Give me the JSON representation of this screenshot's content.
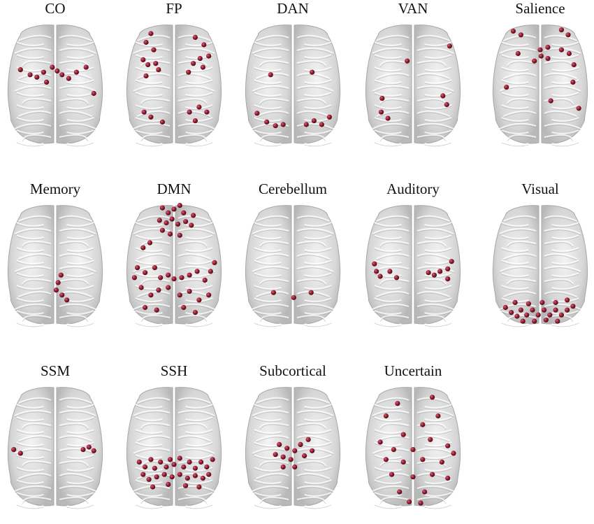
{
  "figure": {
    "node_color": "#8b1a2e",
    "brain_color": "#d6d6d6",
    "panels": [
      {
        "title": "CO",
        "network": "CO",
        "nodes": [
          [
            0.14,
            0.38
          ],
          [
            0.24,
            0.42
          ],
          [
            0.31,
            0.44
          ],
          [
            0.38,
            0.4
          ],
          [
            0.47,
            0.36
          ],
          [
            0.52,
            0.39
          ],
          [
            0.57,
            0.42
          ],
          [
            0.64,
            0.45
          ],
          [
            0.72,
            0.4
          ],
          [
            0.82,
            0.36
          ],
          [
            0.9,
            0.57
          ],
          [
            0.41,
            0.48
          ]
        ]
      },
      {
        "title": "FP",
        "network": "FP",
        "nodes": [
          [
            0.26,
            0.09
          ],
          [
            0.21,
            0.16
          ],
          [
            0.29,
            0.22
          ],
          [
            0.18,
            0.3
          ],
          [
            0.23,
            0.34
          ],
          [
            0.31,
            0.33
          ],
          [
            0.21,
            0.43
          ],
          [
            0.34,
            0.38
          ],
          [
            0.72,
            0.12
          ],
          [
            0.81,
            0.18
          ],
          [
            0.86,
            0.27
          ],
          [
            0.77,
            0.29
          ],
          [
            0.7,
            0.33
          ],
          [
            0.8,
            0.36
          ],
          [
            0.65,
            0.4
          ],
          [
            0.19,
            0.72
          ],
          [
            0.26,
            0.76
          ],
          [
            0.38,
            0.8
          ],
          [
            0.66,
            0.72
          ],
          [
            0.76,
            0.68
          ],
          [
            0.84,
            0.72
          ],
          [
            0.72,
            0.79
          ]
        ]
      },
      {
        "title": "DAN",
        "network": "DAN",
        "nodes": [
          [
            0.27,
            0.42
          ],
          [
            0.7,
            0.4
          ],
          [
            0.13,
            0.73
          ],
          [
            0.23,
            0.8
          ],
          [
            0.32,
            0.83
          ],
          [
            0.4,
            0.82
          ],
          [
            0.64,
            0.82
          ],
          [
            0.72,
            0.79
          ],
          [
            0.8,
            0.82
          ],
          [
            0.88,
            0.76
          ]
        ]
      },
      {
        "title": "VAN",
        "network": "VAN",
        "nodes": [
          [
            0.88,
            0.19
          ],
          [
            0.44,
            0.31
          ],
          [
            0.18,
            0.61
          ],
          [
            0.81,
            0.59
          ],
          [
            0.85,
            0.66
          ],
          [
            0.17,
            0.72
          ],
          [
            0.24,
            0.77
          ]
        ]
      },
      {
        "title": "Salience",
        "network": "Salience",
        "nodes": [
          [
            0.22,
            0.07
          ],
          [
            0.3,
            0.1
          ],
          [
            0.72,
            0.06
          ],
          [
            0.79,
            0.1
          ],
          [
            0.27,
            0.25
          ],
          [
            0.5,
            0.22
          ],
          [
            0.58,
            0.2
          ],
          [
            0.51,
            0.27
          ],
          [
            0.58,
            0.29
          ],
          [
            0.72,
            0.22
          ],
          [
            0.8,
            0.25
          ],
          [
            0.85,
            0.34
          ],
          [
            0.15,
            0.52
          ],
          [
            0.84,
            0.48
          ],
          [
            0.61,
            0.63
          ],
          [
            0.9,
            0.69
          ],
          [
            0.44,
            0.31
          ]
        ]
      },
      {
        "title": "Memory",
        "network": "Memory",
        "nodes": [
          [
            0.56,
            0.58
          ],
          [
            0.53,
            0.64
          ],
          [
            0.51,
            0.7
          ],
          [
            0.57,
            0.74
          ],
          [
            0.62,
            0.78
          ]
        ]
      },
      {
        "title": "DMN",
        "network": "DMN",
        "nodes": [
          [
            0.38,
            0.04
          ],
          [
            0.44,
            0.08
          ],
          [
            0.5,
            0.05
          ],
          [
            0.56,
            0.02
          ],
          [
            0.6,
            0.08
          ],
          [
            0.35,
            0.14
          ],
          [
            0.42,
            0.16
          ],
          [
            0.48,
            0.13
          ],
          [
            0.54,
            0.17
          ],
          [
            0.62,
            0.15
          ],
          [
            0.68,
            0.18
          ],
          [
            0.7,
            0.1
          ],
          [
            0.38,
            0.22
          ],
          [
            0.46,
            0.25
          ],
          [
            0.56,
            0.26
          ],
          [
            0.25,
            0.32
          ],
          [
            0.18,
            0.36
          ],
          [
            0.12,
            0.52
          ],
          [
            0.09,
            0.6
          ],
          [
            0.2,
            0.56
          ],
          [
            0.3,
            0.52
          ],
          [
            0.36,
            0.6
          ],
          [
            0.44,
            0.58
          ],
          [
            0.5,
            0.61
          ],
          [
            0.58,
            0.6
          ],
          [
            0.66,
            0.58
          ],
          [
            0.74,
            0.55
          ],
          [
            0.82,
            0.62
          ],
          [
            0.88,
            0.55
          ],
          [
            0.92,
            0.48
          ],
          [
            0.16,
            0.68
          ],
          [
            0.26,
            0.74
          ],
          [
            0.34,
            0.7
          ],
          [
            0.44,
            0.68
          ],
          [
            0.56,
            0.74
          ],
          [
            0.66,
            0.71
          ],
          [
            0.76,
            0.78
          ],
          [
            0.86,
            0.74
          ],
          [
            0.2,
            0.84
          ],
          [
            0.32,
            0.86
          ],
          [
            0.6,
            0.84
          ],
          [
            0.72,
            0.88
          ]
        ]
      },
      {
        "title": "Cerebellum",
        "network": "Cerebellum",
        "nodes": [
          [
            0.51,
            0.76
          ],
          [
            0.3,
            0.72
          ],
          [
            0.69,
            0.72
          ]
        ]
      },
      {
        "title": "Auditory",
        "network": "Auditory",
        "nodes": [
          [
            0.1,
            0.49
          ],
          [
            0.12,
            0.55
          ],
          [
            0.16,
            0.59
          ],
          [
            0.26,
            0.55
          ],
          [
            0.33,
            0.6
          ],
          [
            0.9,
            0.47
          ],
          [
            0.86,
            0.53
          ],
          [
            0.78,
            0.55
          ],
          [
            0.72,
            0.58
          ],
          [
            0.66,
            0.56
          ],
          [
            0.86,
            0.61
          ]
        ]
      },
      {
        "title": "Visual",
        "network": "Visual",
        "nodes": [
          [
            0.14,
            0.84
          ],
          [
            0.2,
            0.88
          ],
          [
            0.26,
            0.91
          ],
          [
            0.3,
            0.86
          ],
          [
            0.36,
            0.9
          ],
          [
            0.42,
            0.86
          ],
          [
            0.48,
            0.9
          ],
          [
            0.54,
            0.86
          ],
          [
            0.6,
            0.9
          ],
          [
            0.66,
            0.86
          ],
          [
            0.72,
            0.9
          ],
          [
            0.78,
            0.86
          ],
          [
            0.84,
            0.83
          ],
          [
            0.24,
            0.8
          ],
          [
            0.38,
            0.81
          ],
          [
            0.52,
            0.8
          ],
          [
            0.66,
            0.8
          ],
          [
            0.78,
            0.78
          ],
          [
            0.32,
            0.95
          ],
          [
            0.44,
            0.95
          ],
          [
            0.56,
            0.94
          ],
          [
            0.68,
            0.95
          ]
        ]
      },
      {
        "title": "SSM",
        "network": "SSM",
        "nodes": [
          [
            0.07,
            0.52
          ],
          [
            0.14,
            0.55
          ],
          [
            0.79,
            0.52
          ],
          [
            0.85,
            0.5
          ],
          [
            0.9,
            0.53
          ]
        ]
      },
      {
        "title": "SSH",
        "network": "SSH",
        "nodes": [
          [
            0.14,
            0.62
          ],
          [
            0.2,
            0.66
          ],
          [
            0.26,
            0.6
          ],
          [
            0.3,
            0.67
          ],
          [
            0.36,
            0.62
          ],
          [
            0.42,
            0.66
          ],
          [
            0.46,
            0.6
          ],
          [
            0.5,
            0.64
          ],
          [
            0.56,
            0.59
          ],
          [
            0.6,
            0.66
          ],
          [
            0.66,
            0.62
          ],
          [
            0.72,
            0.67
          ],
          [
            0.78,
            0.62
          ],
          [
            0.84,
            0.66
          ],
          [
            0.9,
            0.6
          ],
          [
            0.18,
            0.72
          ],
          [
            0.24,
            0.76
          ],
          [
            0.32,
            0.74
          ],
          [
            0.4,
            0.72
          ],
          [
            0.48,
            0.74
          ],
          [
            0.56,
            0.72
          ],
          [
            0.64,
            0.75
          ],
          [
            0.72,
            0.73
          ],
          [
            0.8,
            0.75
          ],
          [
            0.86,
            0.72
          ],
          [
            0.28,
            0.82
          ],
          [
            0.44,
            0.8
          ],
          [
            0.62,
            0.81
          ],
          [
            0.76,
            0.82
          ]
        ]
      },
      {
        "title": "Subcortical",
        "network": "Subcortical",
        "nodes": [
          [
            0.36,
            0.48
          ],
          [
            0.32,
            0.56
          ],
          [
            0.4,
            0.58
          ],
          [
            0.44,
            0.51
          ],
          [
            0.52,
            0.53
          ],
          [
            0.58,
            0.48
          ],
          [
            0.66,
            0.44
          ],
          [
            0.62,
            0.57
          ],
          [
            0.7,
            0.53
          ],
          [
            0.48,
            0.6
          ],
          [
            0.4,
            0.66
          ],
          [
            0.52,
            0.66
          ]
        ]
      },
      {
        "title": "Uncertain",
        "network": "Uncertain",
        "nodes": [
          [
            0.34,
            0.15
          ],
          [
            0.7,
            0.1
          ],
          [
            0.22,
            0.25
          ],
          [
            0.76,
            0.25
          ],
          [
            0.6,
            0.32
          ],
          [
            0.4,
            0.4
          ],
          [
            0.68,
            0.44
          ],
          [
            0.16,
            0.46
          ],
          [
            0.3,
            0.52
          ],
          [
            0.5,
            0.52
          ],
          [
            0.86,
            0.49
          ],
          [
            0.22,
            0.6
          ],
          [
            0.4,
            0.62
          ],
          [
            0.6,
            0.6
          ],
          [
            0.8,
            0.62
          ],
          [
            0.92,
            0.55
          ],
          [
            0.28,
            0.72
          ],
          [
            0.5,
            0.74
          ],
          [
            0.7,
            0.72
          ],
          [
            0.86,
            0.75
          ],
          [
            0.36,
            0.86
          ],
          [
            0.62,
            0.86
          ],
          [
            0.46,
            0.94
          ],
          [
            0.58,
            0.95
          ]
        ]
      }
    ]
  }
}
